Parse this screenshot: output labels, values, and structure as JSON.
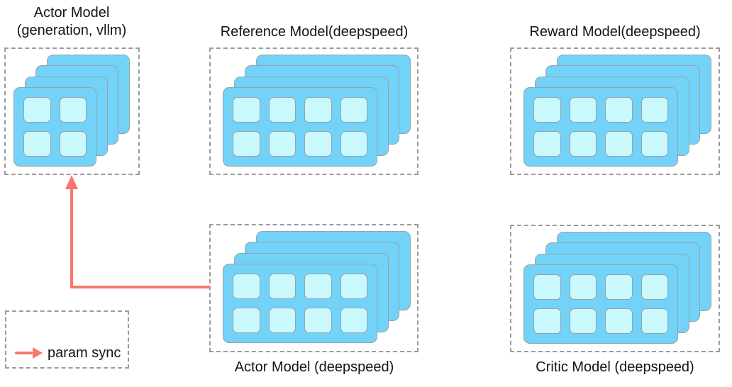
{
  "models": {
    "actor_vllm": {
      "title_line1": "Actor Model",
      "title_line2": "(generation, vllm)",
      "stack": {
        "cards": 4,
        "cols": 2,
        "rows": 2
      }
    },
    "reference": {
      "title": "Reference Model(deepspeed)",
      "stack": {
        "cards": 4,
        "cols": 4,
        "rows": 2
      }
    },
    "reward": {
      "title": "Reward Model(deepspeed)",
      "stack": {
        "cards": 4,
        "cols": 4,
        "rows": 2
      }
    },
    "actor_deepspeed": {
      "title": "Actor Model (deepspeed)",
      "stack": {
        "cards": 4,
        "cols": 4,
        "rows": 2
      }
    },
    "critic": {
      "title": "Critic Model (deepspeed)",
      "stack": {
        "cards": 4,
        "cols": 4,
        "rows": 2
      }
    }
  },
  "arrow": {
    "label": "param sync",
    "from": "Actor Model (deepspeed)",
    "to": "Actor Model (generation, vllm)"
  },
  "legend": {
    "label": "param sync"
  },
  "colors": {
    "card_fill": "#72d2f7",
    "cell_fill": "#c9f8fd",
    "card_border": "#98a2a8",
    "dashed_border": "#9b9b9b",
    "arrow": "#f8766d",
    "text": "#141414"
  }
}
